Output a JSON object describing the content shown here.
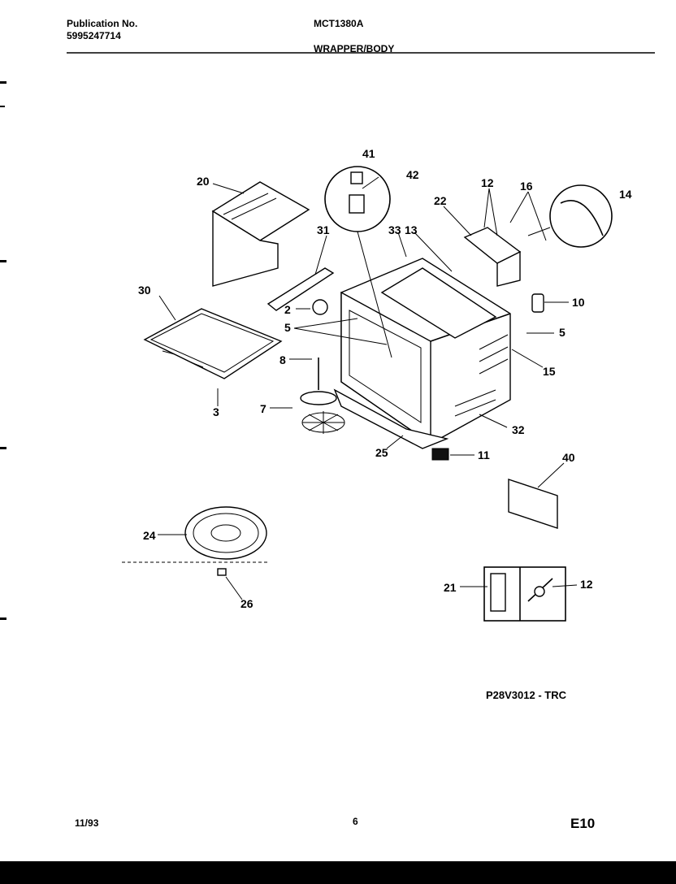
{
  "header": {
    "publication_label": "Publication No.",
    "publication_number": "5995247714",
    "model": "MCT1380A",
    "section": "WRAPPER/BODY"
  },
  "diagram": {
    "reference_code": "P28V3012 - TRC",
    "callouts": {
      "c41": "41",
      "c42": "42",
      "c20": "20",
      "c31": "31",
      "c33": "33",
      "c13": "13",
      "c22": "22",
      "c12a": "12",
      "c16": "16",
      "c14": "14",
      "c30": "30",
      "c2": "2",
      "c5a": "5",
      "c10": "10",
      "c5b": "5",
      "c15": "15",
      "c8": "8",
      "c3": "3",
      "c7": "7",
      "c32": "32",
      "c25": "25",
      "c11": "11",
      "c40": "40",
      "c24": "24",
      "c26": "26",
      "c21": "21",
      "c12b": "12"
    }
  },
  "footer": {
    "date": "11/93",
    "page": "6",
    "code": "E10"
  }
}
